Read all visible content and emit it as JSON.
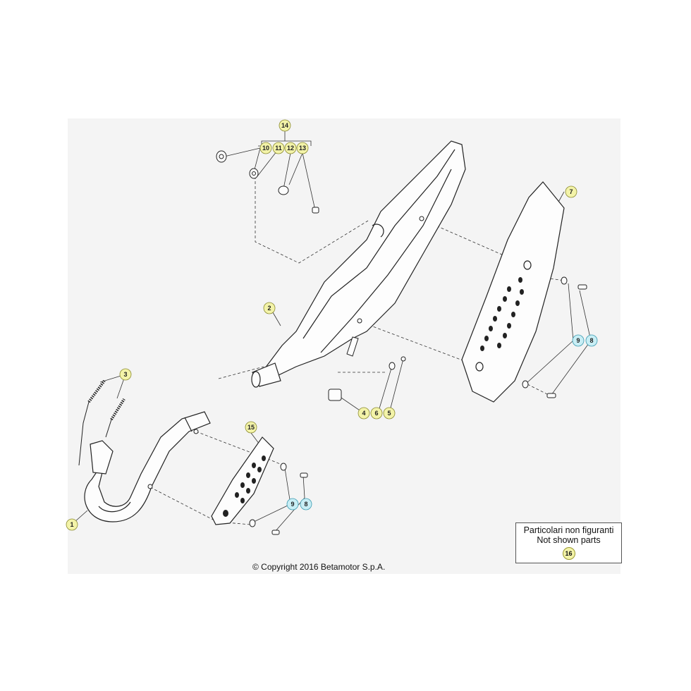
{
  "copyright": "© Copyright 2016 Betamotor S.p.A.",
  "legend": {
    "line1": "Particolari non figuranti",
    "line2": "Not shown parts",
    "number": "16"
  },
  "callouts": {
    "c1": "1",
    "c2": "2",
    "c3": "3",
    "c4": "4",
    "c5": "5",
    "c6": "6",
    "c7": "7",
    "c8a": "8",
    "c9a": "9",
    "c8b": "8",
    "c9b": "9",
    "c10": "10",
    "c11": "11",
    "c12": "12",
    "c13": "13",
    "c14": "14",
    "c15": "15"
  },
  "colors": {
    "callout_fill": "#f3f3a8",
    "callout_alt_fill": "#c8eef5",
    "line": "#333333",
    "background": "#f4f4f4"
  }
}
